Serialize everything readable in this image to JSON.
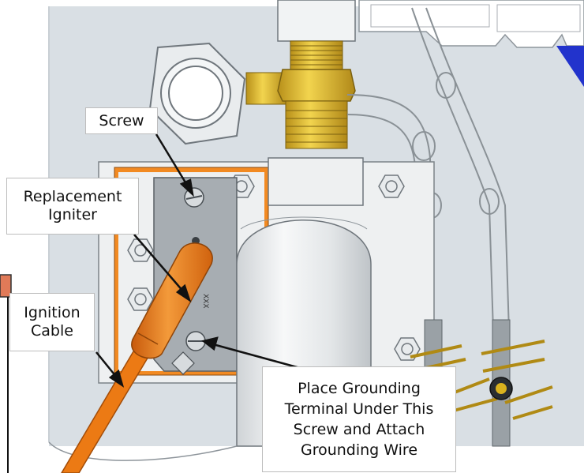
{
  "callouts": {
    "screw": "Screw",
    "replacement_igniter": [
      "Replacement",
      "Igniter"
    ],
    "ignition_cable": [
      "Ignition",
      "Cable"
    ],
    "grounding": [
      "Place Grounding",
      "Terminal Under This",
      "Screw and Attach",
      "Grounding Wire"
    ]
  },
  "colors": {
    "igniter_orange": "#e8761c",
    "brass": "#d9b21e",
    "mount_plate": "#f08a1e",
    "panel_grey": "#dadfe3",
    "chassis_blue": "#2233cc",
    "callout_border": "#bdbdbd"
  },
  "igniter_marking": "XXX"
}
